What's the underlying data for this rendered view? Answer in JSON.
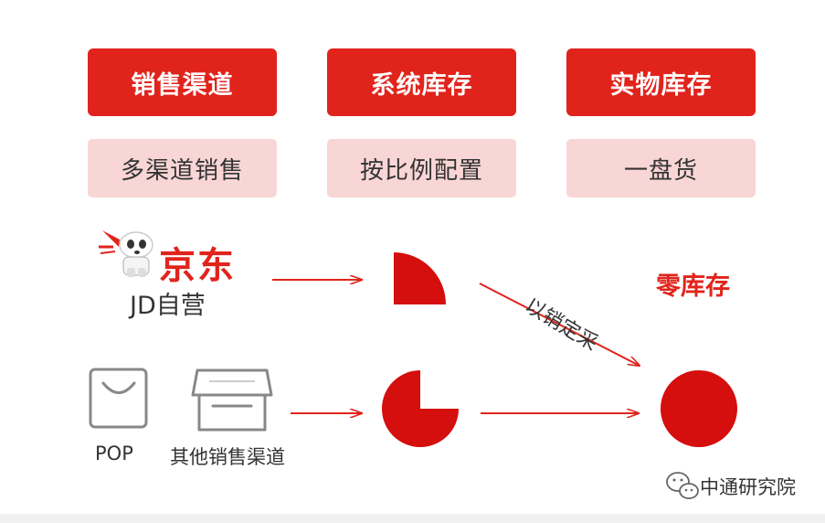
{
  "header_boxes": [
    {
      "label": "销售渠道"
    },
    {
      "label": "系统库存"
    },
    {
      "label": "实物库存"
    }
  ],
  "sub_boxes": [
    {
      "label": "多渠道销售"
    },
    {
      "label": "按比例配置"
    },
    {
      "label": "一盘货"
    }
  ],
  "jd": {
    "brand": "京东",
    "label": "JD自营",
    "icon": "jd-dog-mascot-icon"
  },
  "pop": {
    "label": "POP",
    "icon": "shopping-bag-icon"
  },
  "other": {
    "label": "其他销售渠道",
    "icon": "storefront-icon"
  },
  "result": {
    "label": "零库存"
  },
  "flow_label": "以销定采",
  "watermark": {
    "text": "中通研究院",
    "icon": "wechat-icon"
  },
  "colors": {
    "accent": "#e0241c",
    "light": "#f9d6d6",
    "text": "#333333"
  }
}
